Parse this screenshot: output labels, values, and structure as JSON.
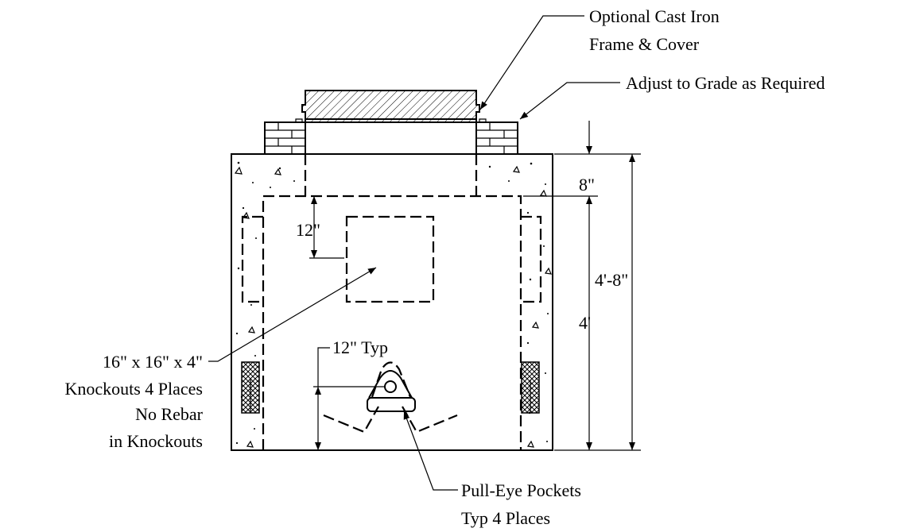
{
  "callouts": {
    "frame_cover_line1": "Optional Cast Iron",
    "frame_cover_line2": "Frame & Cover",
    "adjust_grade": "Adjust to Grade as Required",
    "knockouts_line1": "16\" x 16\" x 4\"",
    "knockouts_line2": "Knockouts 4 Places",
    "knockouts_line3": "No Rebar",
    "knockouts_line4": "in Knockouts",
    "pull_eye_line1": "Pull-Eye Pockets",
    "pull_eye_line2": "Typ 4 Places"
  },
  "dimensions": {
    "top_slab": "8\"",
    "overall_height": "4'-8\"",
    "wall_height": "4'",
    "knockout_offset": "12\"",
    "pull_eye_height": "12\" Typ"
  }
}
